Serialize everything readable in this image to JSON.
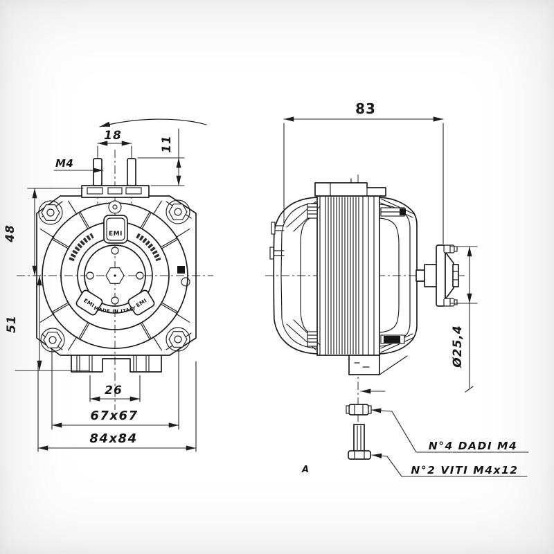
{
  "colors": {
    "ink": "#1c1c1c",
    "paper": "#ffffff"
  },
  "front_view": {
    "plates": {
      "top": "EMI",
      "lower_left": "EMI",
      "lower_right": "EMI"
    },
    "ring_text": "MADE IN ITALY",
    "dims": {
      "stud_pitch": "18",
      "stud_height": "11",
      "stud_thread": "M4",
      "axis_to_top": "48",
      "axis_to_bottom": "51",
      "foot_slot": "26",
      "mount_square": "67x67",
      "body_square": "84x84"
    }
  },
  "side_view": {
    "dims": {
      "overall_depth": "83",
      "hub_diameter": "Ø25,4"
    }
  },
  "callouts": {
    "nuts": "N°4 DADI M4",
    "screws": "N°2 VITI M4x12",
    "view_mark": "A"
  }
}
